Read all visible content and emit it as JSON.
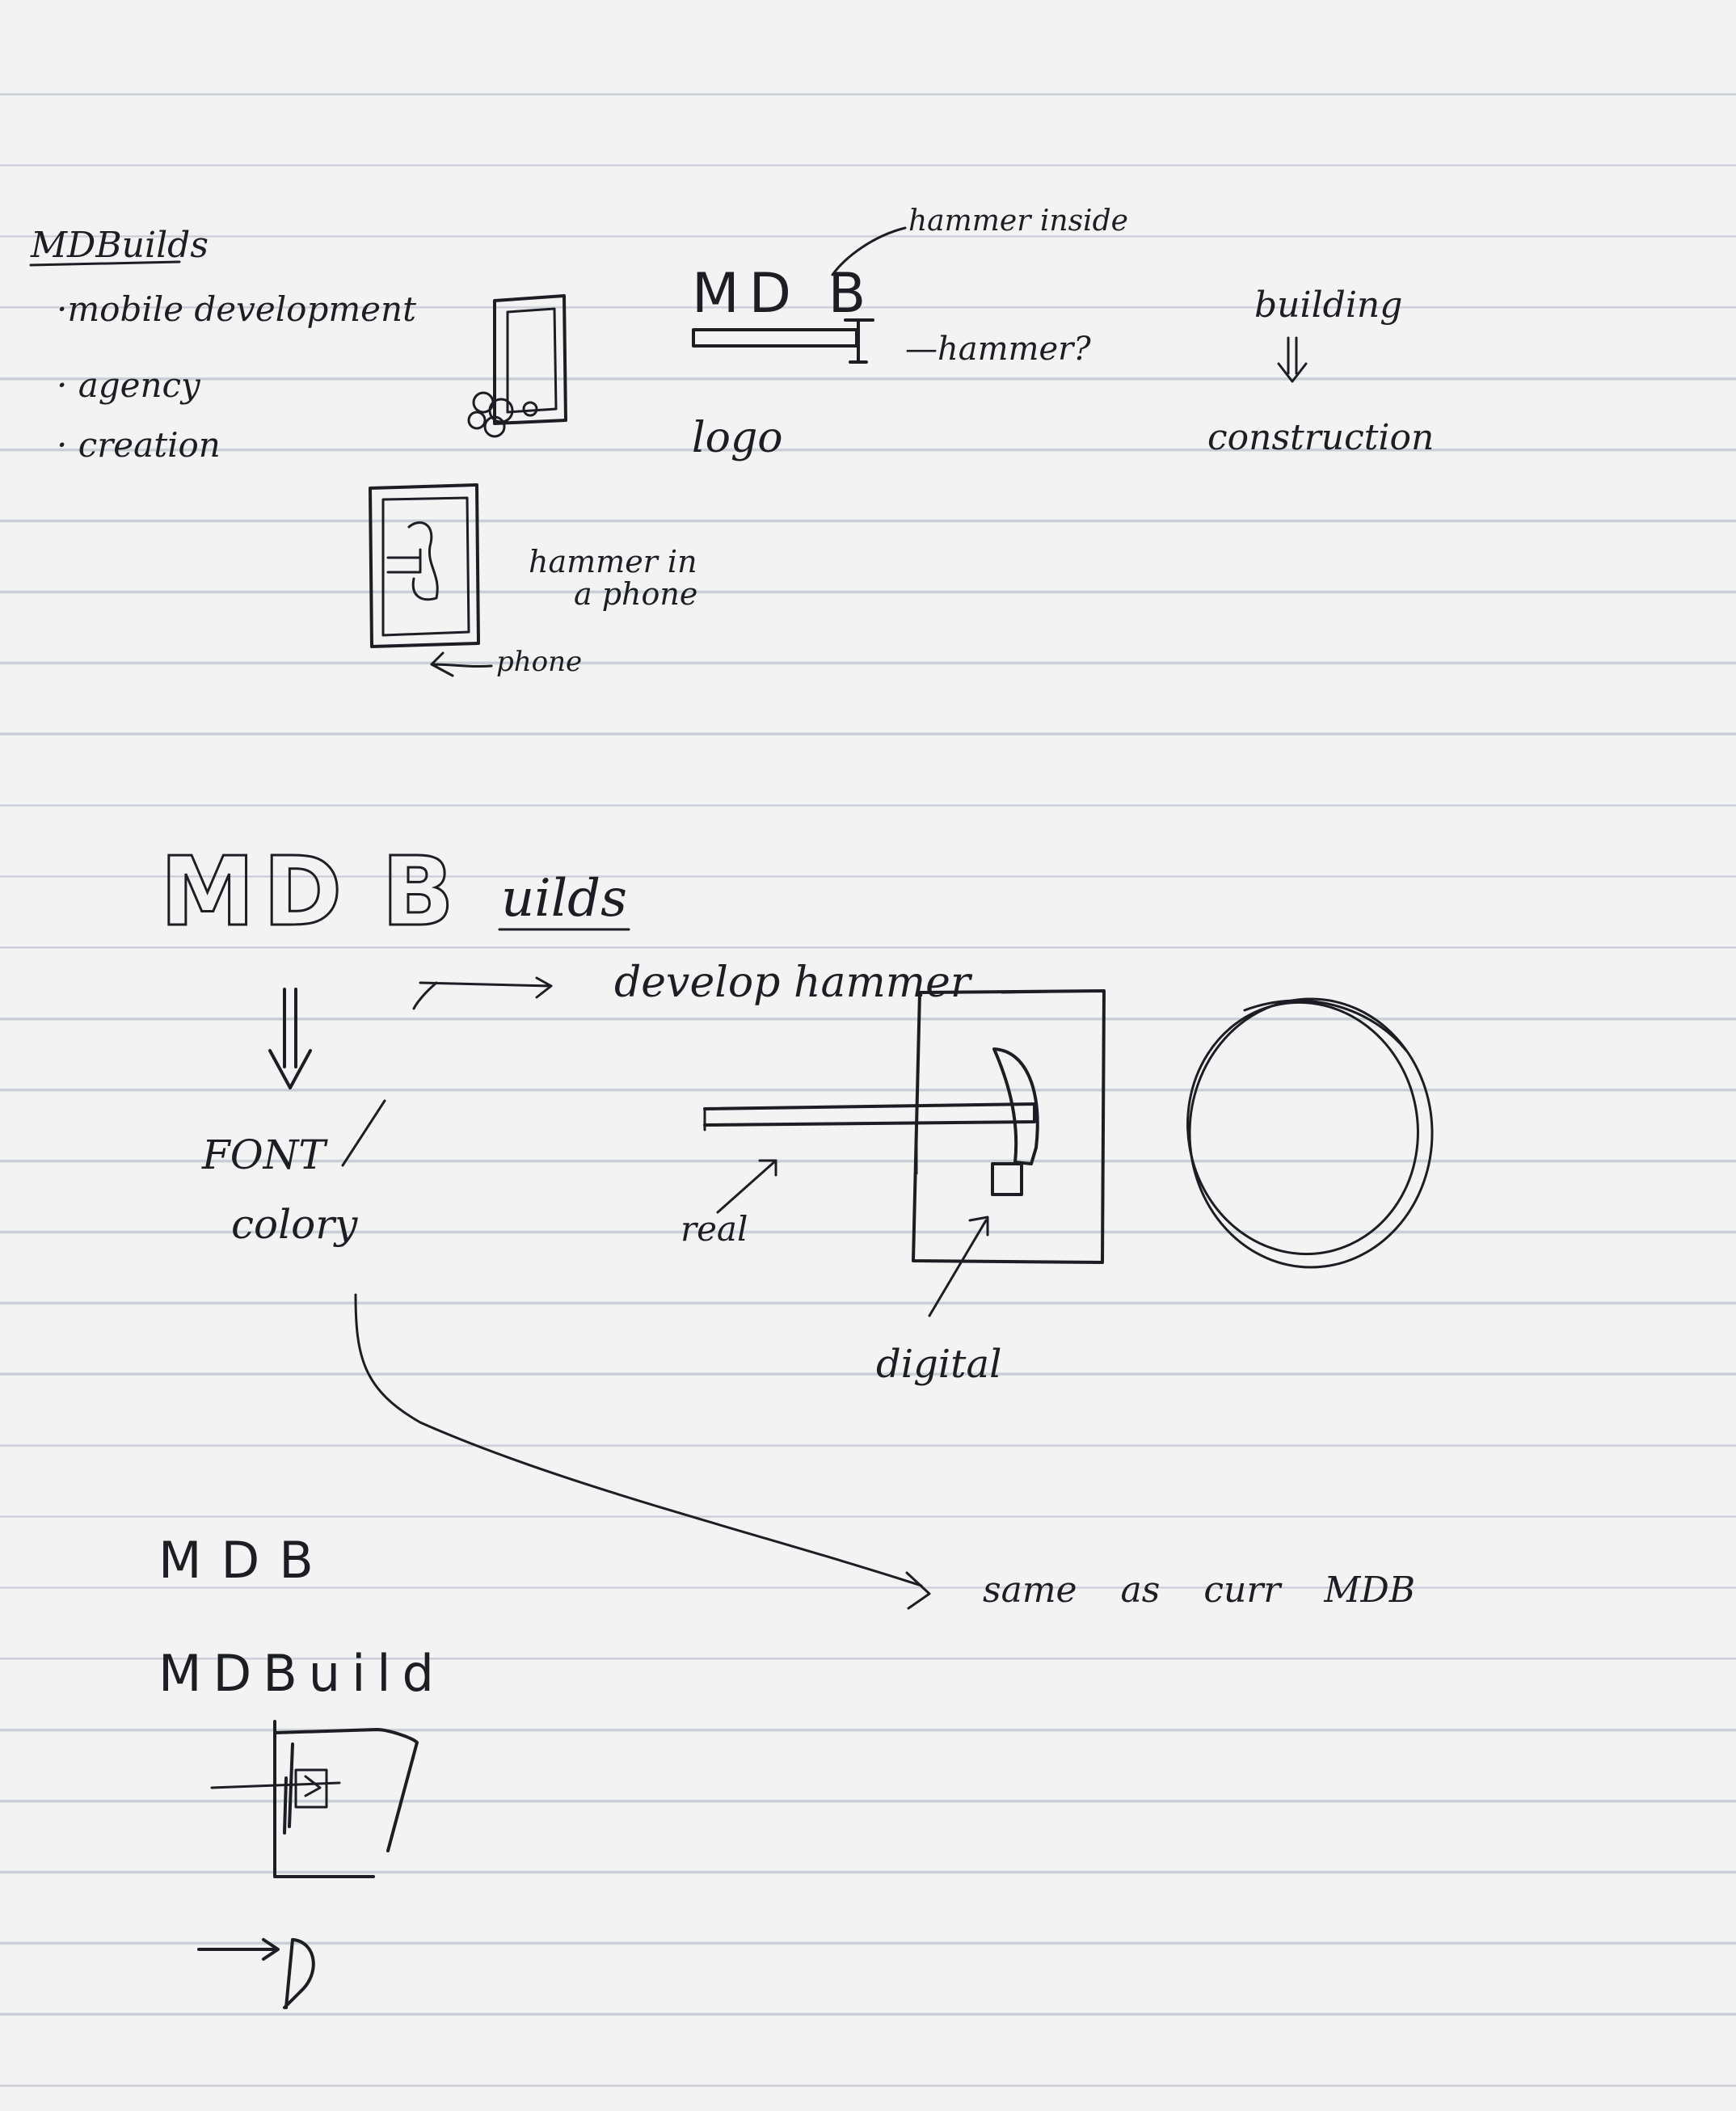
{
  "notes": {
    "title": "MDBuilds",
    "bullets": [
      "·mobile development",
      "· agency",
      "· creation"
    ],
    "logo_sketch": {
      "mark": "MD B",
      "annotation_top": "hammer inside",
      "annotation_right": "—hammer?",
      "caption": "logo"
    },
    "building": {
      "word": "building",
      "arrow": "⇓",
      "result": "construction"
    },
    "phone_sketch": {
      "caption_1": "hammer in",
      "caption_2": "a phone",
      "pointer": "phone"
    },
    "wordmark": {
      "outlined": "MD",
      "suffix": "uilds"
    },
    "develop_hammer": "develop hammer",
    "font_note": "FONT",
    "color_note": "colory",
    "real_note": "real",
    "digital_note": "digital",
    "same_note": "same as curr MDB",
    "variant_1": "MDB",
    "variant_2": "MDBuild"
  }
}
